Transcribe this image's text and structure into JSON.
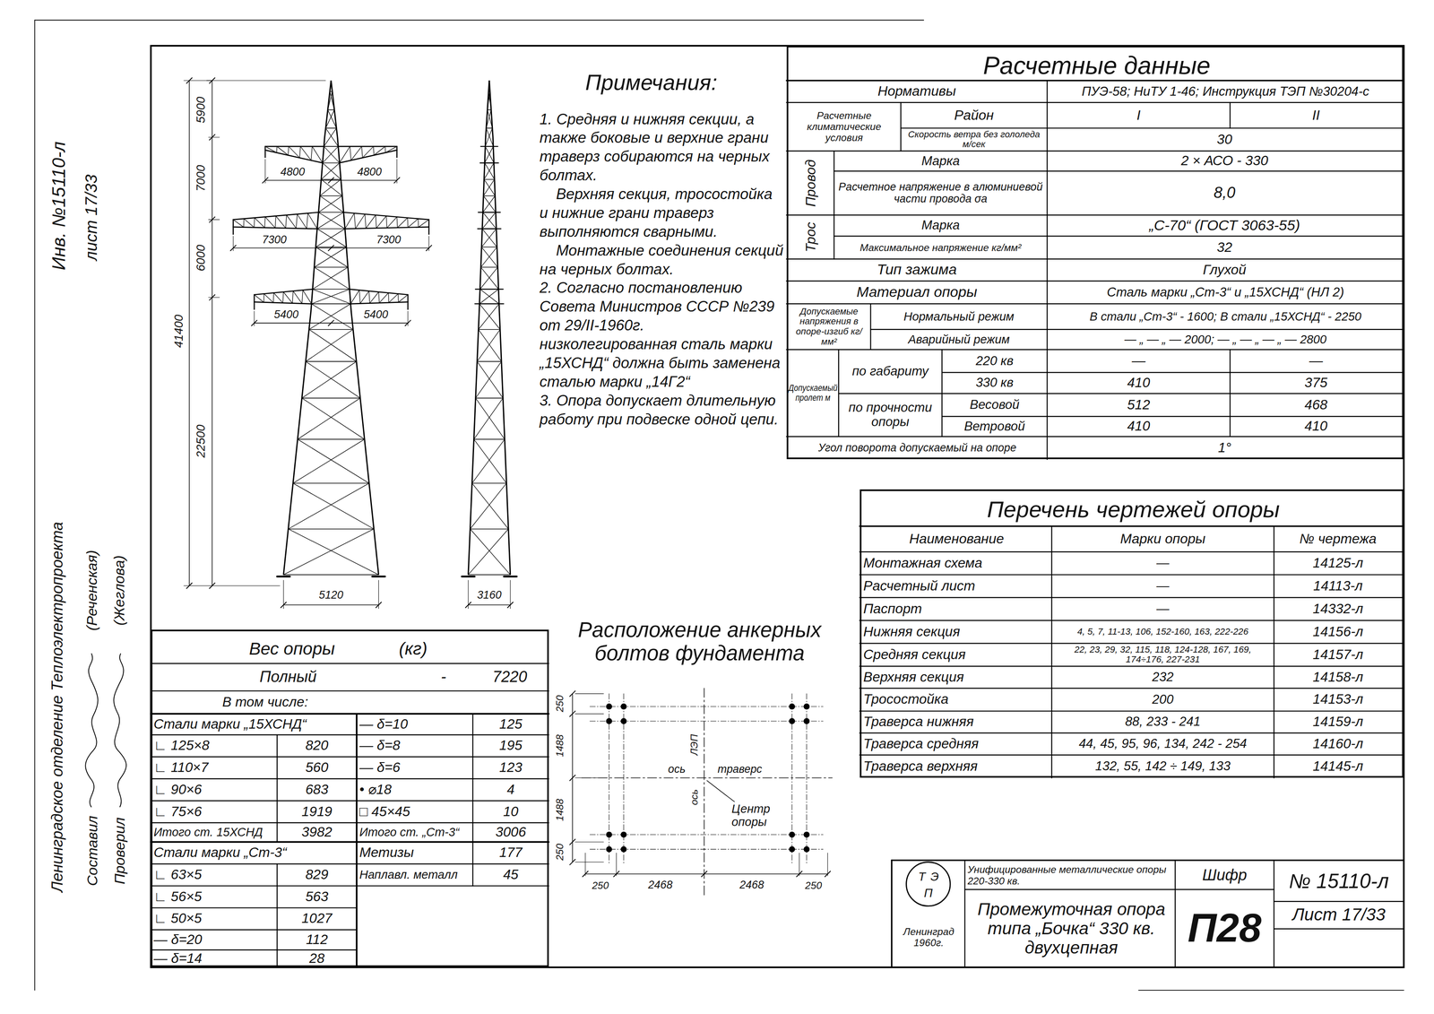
{
  "diagram": {
    "nodes": [
      {
        "text": [
          "Расчетные данные"
        ]
      },
      {
        "text": [
          "Перечень чертежей опоры"
        ]
      },
      {
        "text": [
          "Вес опоры",
          "(кг)"
        ]
      }
    ],
    "labels": [
      "Ленинградское отделение Теплоэлектропроекта",
      "Составил",
      "(Реченская)",
      "Проверил",
      "(Жеглова)",
      "Инв. №15110-л",
      "лист 17/33",
      "5900",
      "7000",
      "6000",
      "22500",
      "41400",
      "4800",
      "4800",
      "7300",
      "7300",
      "5400",
      "5400",
      "5120",
      "3160",
      "Примечания:",
      "1. Средняя и нижняя секции, а также боковые и верхние грани траверз собираются на черных болтах.",
      "Верхняя секция, тросостойка и нижние грани траверз выполняются сварными.",
      "Монтажные соединения секций на черных болтах.",
      "2. Согласно постановлению Совета Министров СССР №239 от 29/II-1960г. низколегированная сталь марки „15ХСНД“ должна быть заменена сталью марки „14Г2“",
      "3. Опора допускает длительную работу при подвеске одной цепи.",
      "Нормативы",
      "ПУЭ-58; НиТУ 1-46; Инструкция ТЭП №30204-с",
      "Расчетные климатические условия",
      "Район",
      "I",
      "II",
      "Скорость ветра без гололеда м/сек",
      "30",
      "Провод",
      "Марка",
      "2 × АСО - 330",
      "Расчетное напряжение в алюминиевой части провода σа",
      "8,0",
      "Трос",
      "Марка",
      "„С-70“ (ГОСТ 3063-55)",
      "Максимальное напряжение кг/мм²",
      "32",
      "Тип зажима",
      "Глухой",
      "Материал опоры",
      "Сталь марки „Ст-3“ и „15ХСНД“ (НЛ 2)",
      "Допускаемые напряжения в опоре-изгиб кг/мм²",
      "Нормальный режим",
      "В стали „Ст-3“ - 1600; В стали „15ХСНД“ - 2250",
      "Аварийный режим",
      "— „ — „ — 2000; — „ — „ — „ — 2800",
      "Допускаемый пролет м",
      "по габариту",
      "220 кв",
      "—",
      "—",
      "330 кв",
      "410",
      "375",
      "по прочности опоры",
      "Весовой",
      "512",
      "468",
      "Ветровой",
      "410",
      "410",
      "Угол поворота допускаемый на опоре",
      "1°",
      "Наименование",
      "Марки опоры",
      "№ чертежа",
      "Монтажная схема",
      "—",
      "14125-л",
      "Расчетный лист",
      "—",
      "14113-л",
      "Паспорт",
      "—",
      "14332-л",
      "Нижняя секция",
      "4, 5, 7, 11-13, 106, 152-160, 163, 222-226",
      "14156-л",
      "Средняя секция",
      "22, 23, 29, 32, 115, 118, 124-128, 167, 169, 174÷176, 227-231",
      "14157-л",
      "Верхняя секция",
      "232",
      "14158-л",
      "Тросостойка",
      "200",
      "14153-л",
      "Траверса нижняя",
      "88, 233 - 241",
      "14159-л",
      "Траверса средняя",
      "44, 45, 95, 96, 134, 242 - 254",
      "14160-л",
      "Траверса верхняя",
      "132, 55, 142 ÷ 149, 133",
      "14145-л",
      "Полный",
      "-",
      "7220",
      "В том числе:",
      "Стали марки „15ХСНД“",
      "∟ 125×8",
      "820",
      "∟ 110×7",
      "560",
      "∟ 90×6",
      "683",
      "∟ 75×6",
      "1919",
      "Итого ст. 15ХСНД",
      "3982",
      "Стали марки „Ст-3“",
      "∟ 63×5",
      "829",
      "∟ 56×5",
      "563",
      "∟ 50×5",
      "1027",
      "— δ=20",
      "112",
      "— δ=14",
      "28",
      "— δ=10",
      "125",
      "— δ=8",
      "195",
      "— δ=6",
      "123",
      "• ⌀18",
      "4",
      "□ 45×45",
      "10",
      "Итого ст. „Ст-3“",
      "3006",
      "Метизы",
      "177",
      "Наплавл. металл",
      "45",
      "Расположение анкерных болтов фундамента",
      "250",
      "1488",
      "1488",
      "250",
      "250",
      "2468",
      "2468",
      "250",
      "ось",
      "траверс",
      "ЛЭП",
      "ось",
      "Центр опоры",
      "Т",
      "Э",
      "П",
      "Ленинград 1960г.",
      "Унифицированные металлические опоры 220-330 кв.",
      "Промежуточная опора типа „Бочка“ 330 кв. двухцепная",
      "Шифр",
      "П28",
      "№ 15110-л",
      "Лист 17/33"
    ]
  }
}
